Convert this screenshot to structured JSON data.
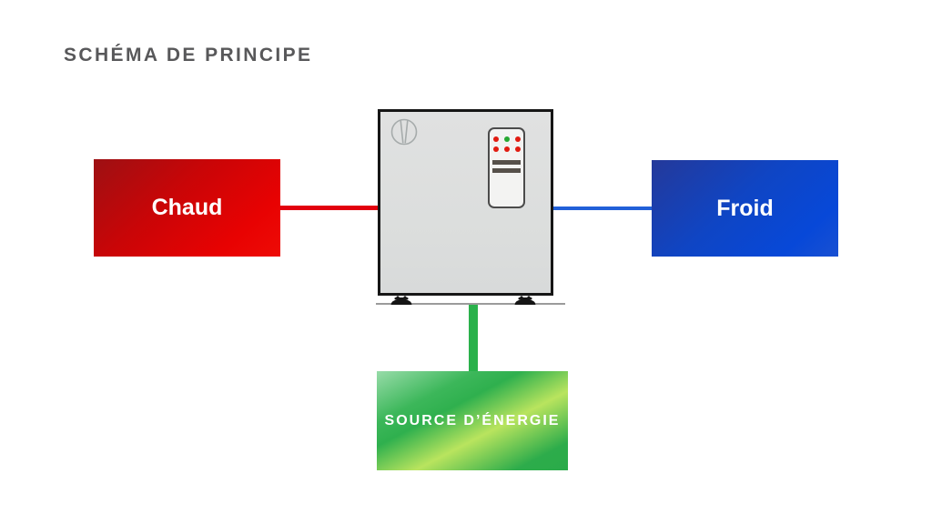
{
  "title": {
    "text": "SCHÉMA DE PRINCIPE",
    "color": "#58585a"
  },
  "boxes": {
    "hot": {
      "label": "Chaud",
      "text_color": "#ffffff",
      "color_dark": "#9d1013",
      "color_bright": "#e80202"
    },
    "cold": {
      "label": "Froid",
      "text_color": "#ffffff",
      "color_dark": "#24399a",
      "color_bright": "#0748d8"
    },
    "energy": {
      "label": "SOURCE D’ÉNERGIE",
      "text_color": "#ffffff",
      "color_main": "#2fb04e",
      "color_light": "#b9e45e",
      "color_pale": "#98dca9"
    }
  },
  "connectors": {
    "hot_line": {
      "color": "#e2000e"
    },
    "cold_line": {
      "color": "#2160d8"
    },
    "energy_line": {
      "color": "#2ab14b"
    },
    "ground_line": {
      "color": "#9b9b9b"
    }
  },
  "unit": {
    "body_color": "#dcdedd",
    "border_color": "#161616",
    "logo_icon": "fan-logo-icon",
    "panel": {
      "background": "#f3f3f2",
      "border_color": "#4b4b4b",
      "dots": [
        "#e11b11",
        "#27a832",
        "#e11b11",
        "#e11b11",
        "#e11b11",
        "#e11b11"
      ],
      "bar_color": "#56504a"
    },
    "feet_color": "#151515"
  }
}
